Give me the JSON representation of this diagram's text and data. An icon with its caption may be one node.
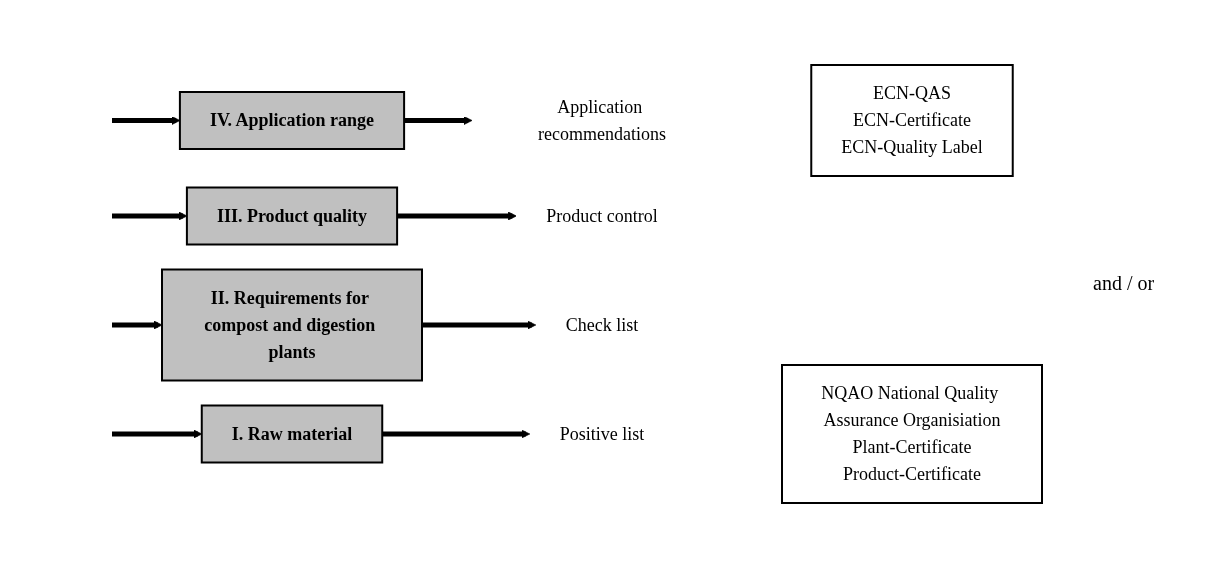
{
  "diagram": {
    "nodes": [
      {
        "text": [
          "I. Raw material"
        ]
      },
      {
        "text": [
          "Positive list"
        ]
      },
      {
        "text": [
          "II. Requirements for compost and digestion plants"
        ]
      },
      {
        "text": [
          "Check list"
        ]
      },
      {
        "text": [
          "III. Product quality"
        ]
      },
      {
        "text": [
          "Product control"
        ]
      },
      {
        "text": [
          "IV. Application range"
        ]
      },
      {
        "text": [
          "Application recommendations"
        ]
      },
      {
        "text": [
          "NQAO National Quality Assurance Organisiation",
          "Plant-Certificate",
          "Product-Certificate"
        ]
      },
      {
        "text": [
          "ECN-QAS",
          "ECN-Certificate",
          "ECN-Quality Label"
        ]
      }
    ],
    "edges": [
      {
        "from": null,
        "to": 0,
        "arrow": "to"
      },
      {
        "from": 0,
        "to": 1,
        "arrow": "to"
      },
      {
        "from": null,
        "to": 2,
        "arrow": "to"
      },
      {
        "from": 2,
        "to": 3,
        "arrow": "to"
      },
      {
        "from": null,
        "to": 4,
        "arrow": "to"
      },
      {
        "from": 4,
        "to": 5,
        "arrow": "to"
      },
      {
        "from": null,
        "to": 6,
        "arrow": "to"
      },
      {
        "from": 6,
        "to": 7,
        "arrow": "to"
      }
    ],
    "labels": [
      "and / or"
    ]
  }
}
